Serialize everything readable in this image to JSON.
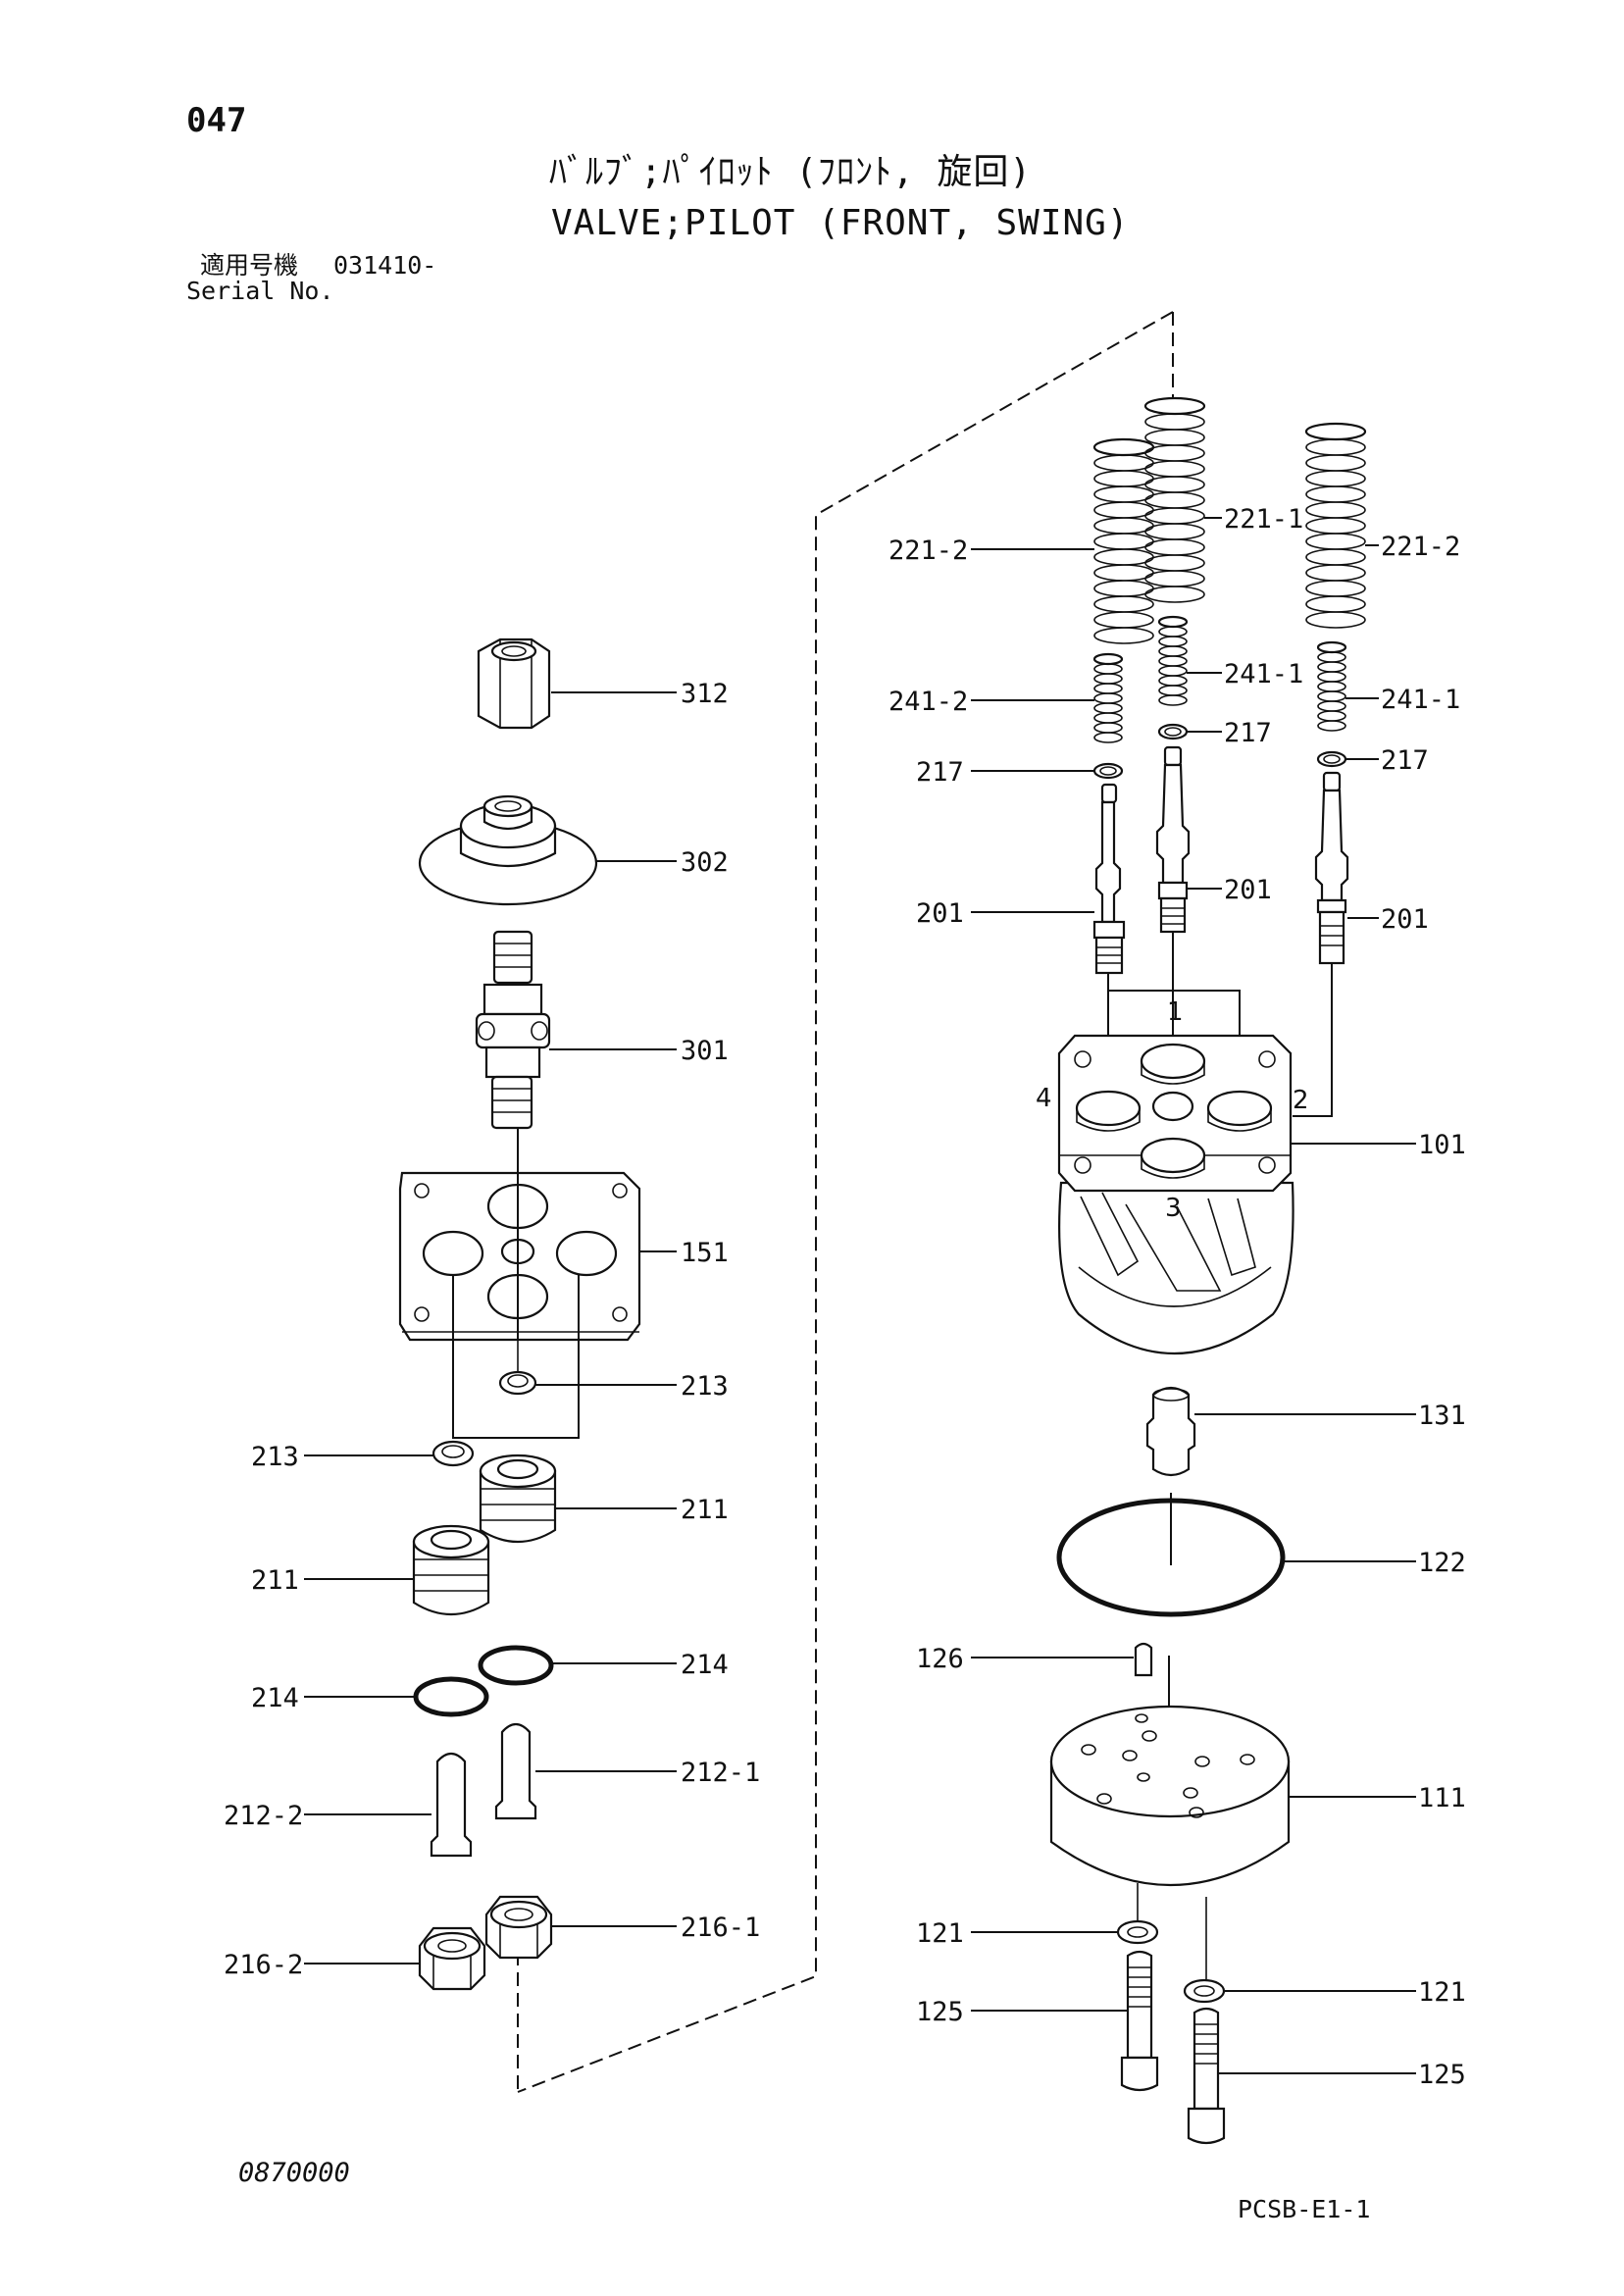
{
  "header": {
    "page_number": "047",
    "title_jp": "ﾊﾞﾙﾌﾞ;ﾊﾟｲﾛｯﾄ (ﾌﾛﾝﾄ, 旋回)",
    "title_en": "VALVE;PILOT (FRONT, SWING)",
    "serial_label_jp": "適用号機",
    "serial_value": "031410-",
    "serial_label_en": "Serial No."
  },
  "footer": {
    "document_number": "0870000",
    "sheet_code": "PCSB-E1-1"
  },
  "callouts": {
    "c312": "312",
    "c302": "302",
    "c301": "301",
    "c151": "151",
    "c213a": "213",
    "c213b": "213",
    "c211a": "211",
    "c211b": "211",
    "c214a": "214",
    "c214b": "214",
    "c212_1": "212-1",
    "c212_2": "212-2",
    "c216_1": "216-1",
    "c216_2": "216-2",
    "c221_2a": "221-2",
    "c221_1": "221-1",
    "c221_2b": "221-2",
    "c241_2": "241-2",
    "c241_1a": "241-1",
    "c241_1b": "241-1",
    "c217a": "217",
    "c217b": "217",
    "c217c": "217",
    "c201a": "201",
    "c201b": "201",
    "c201c": "201",
    "c101": "101",
    "c131": "131",
    "c122": "122",
    "c126": "126",
    "c111": "111",
    "c121a": "121",
    "c121b": "121",
    "c125a": "125",
    "c125b": "125"
  },
  "ports": {
    "p1": "1",
    "p2": "2",
    "p3": "3",
    "p4": "4"
  }
}
